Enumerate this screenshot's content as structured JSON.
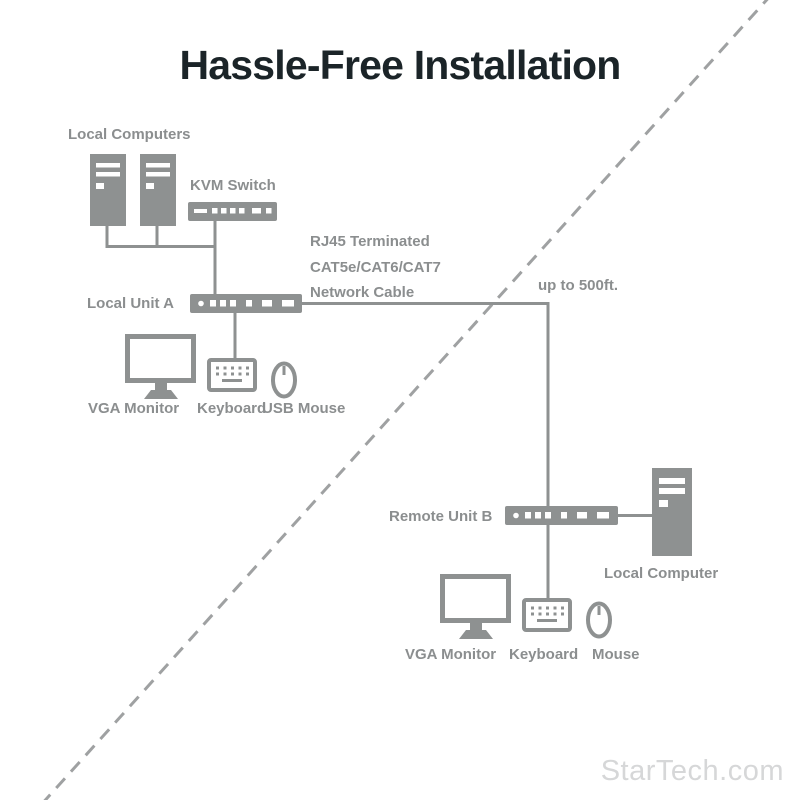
{
  "title": "Hassle-Free Installation",
  "watermark": "StarTech.com",
  "colors": {
    "diagram_gray": "#8e9191",
    "label_gray": "#8b8e8f",
    "title_color": "#1b2428",
    "dash_gray": "#9fa1a2",
    "watermark_gray": "#d6d7d8"
  },
  "left_cluster": {
    "computers_label": "Local Computers",
    "kvm_label": "KVM Switch",
    "unit_label": "Local Unit A",
    "monitor_label": "VGA Monitor",
    "keyboard_label": "Keyboard",
    "mouse_label": "USB Mouse"
  },
  "cable": {
    "line1": "RJ45 Terminated",
    "line2": "CAT5e/CAT6/CAT7",
    "line3": "Network Cable",
    "distance": "up to 500ft."
  },
  "right_cluster": {
    "unit_label": "Remote Unit B",
    "computer_label": "Local Computer",
    "monitor_label": "VGA Monitor",
    "keyboard_label": "Keyboard",
    "mouse_label": "Mouse"
  }
}
